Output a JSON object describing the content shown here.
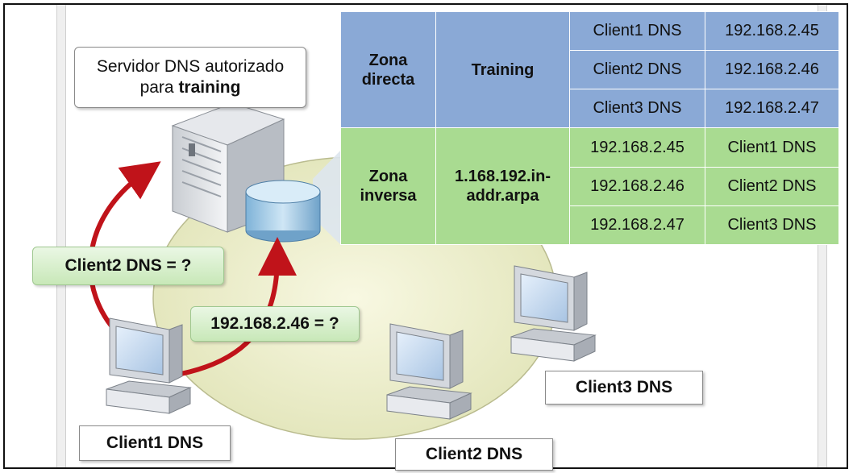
{
  "server": {
    "label_line1": "Servidor DNS autorizado",
    "label_prefix": "para ",
    "label_bold": "training"
  },
  "queries": {
    "forward": "Client2 DNS = ?",
    "reverse": "192.168.2.46 = ?"
  },
  "clients": {
    "client1": "Client1 DNS",
    "client2": "Client2 DNS",
    "client3": "Client3 DNS"
  },
  "zones": {
    "forward": {
      "type_line1": "Zona",
      "type_line2": "directa",
      "name": "Training",
      "records": [
        {
          "name": "Client1 DNS",
          "value": "192.168.2.45"
        },
        {
          "name": "Client2 DNS",
          "value": "192.168.2.46"
        },
        {
          "name": "Client3 DNS",
          "value": "192.168.2.47"
        }
      ]
    },
    "reverse": {
      "type_line1": "Zona",
      "type_line2": "inversa",
      "name_line1": "1.168.192.in-",
      "name_line2": "addr.arpa",
      "records": [
        {
          "name": "192.168.2.45",
          "value": "Client1 DNS"
        },
        {
          "name": "192.168.2.46",
          "value": "Client2 DNS"
        },
        {
          "name": "192.168.2.47",
          "value": "Client3 DNS"
        }
      ]
    }
  },
  "colors": {
    "forward_zone": "#8aa9d6",
    "reverse_zone": "#a9db91",
    "arrow": "#c0131a",
    "network": "#ecedc8"
  }
}
